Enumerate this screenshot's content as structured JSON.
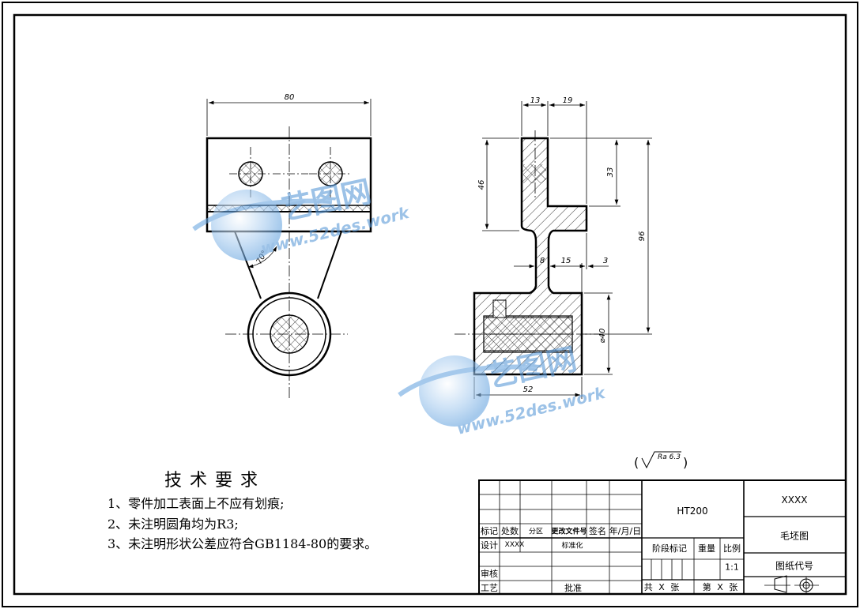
{
  "watermark": {
    "brand": "艺图网",
    "url": "www.52des.work"
  },
  "dimensions": {
    "width_80": "80",
    "angle_70": "70°",
    "d13": "13",
    "d19": "19",
    "d46": "46",
    "d33": "33",
    "d96": "96",
    "d8": "8",
    "d15": "15",
    "d3": "3",
    "dia40": "⌀40",
    "d52": "52"
  },
  "roughness": {
    "open": "(",
    "symbol": "√",
    "value": "Ra 6.3",
    "close": ")"
  },
  "requirements": {
    "title": "技术要求",
    "items": [
      "1、零件加工表面上不应有划痕;",
      "2、未注明圆角均为R3;",
      "3、未注明形状公差应符合GB1184-80的要求。"
    ]
  },
  "title_block": {
    "material": "HT200",
    "company": "XXXX",
    "drawing_name": "毛坯图",
    "drawing_code_label": "图纸代号",
    "row_labels": {
      "mark": "标记",
      "count": "处数",
      "zone": "分区",
      "change_doc": "更改文件号",
      "signature": "签名",
      "date": "年/月/日",
      "design": "设计",
      "designer": "XXXX",
      "standardize": "标准化",
      "review": "审核",
      "process": "工艺",
      "approve": "批准"
    },
    "stage_mark": "阶段标记",
    "weight": "重量",
    "scale_label": "比例",
    "scale_value": "1:1",
    "sheets_total": "共 X 张",
    "sheet_number": "第 X 张"
  }
}
